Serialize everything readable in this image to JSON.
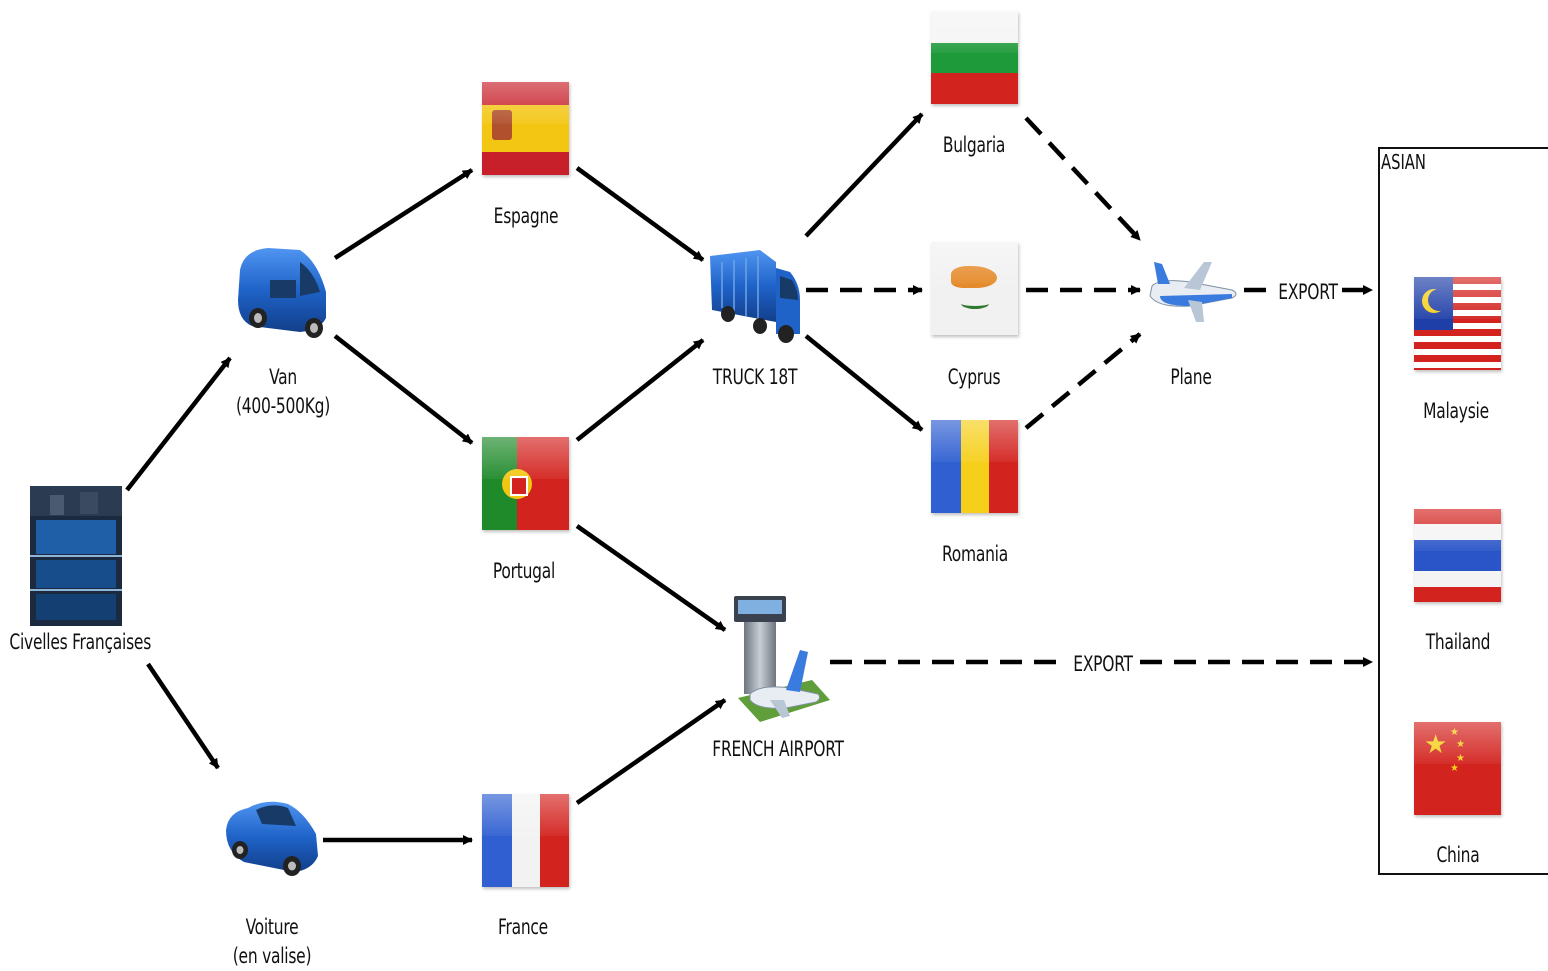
{
  "nodes": {
    "source": "Civelles Françaises",
    "van": [
      "Van",
      "(400-500Kg)"
    ],
    "car": [
      "Voiture",
      "(en valise)"
    ],
    "espagne": "Espagne",
    "portugal": "Portugal",
    "france": "France",
    "truck": "TRUCK 18T",
    "airport": "FRENCH AIRPORT",
    "bulgaria": "Bulgaria",
    "cyprus": "Cyprus",
    "romania": "Romania",
    "plane": "Plane"
  },
  "edges": {
    "export_top": "EXPORT",
    "export_bottom": "EXPORT"
  },
  "asian_group": {
    "title": "ASIAN",
    "countries": [
      "Malaysie",
      "Thailand",
      "China"
    ]
  },
  "colors": {
    "arrow": "#000000",
    "vehicle_blue": "#1f63c9"
  }
}
